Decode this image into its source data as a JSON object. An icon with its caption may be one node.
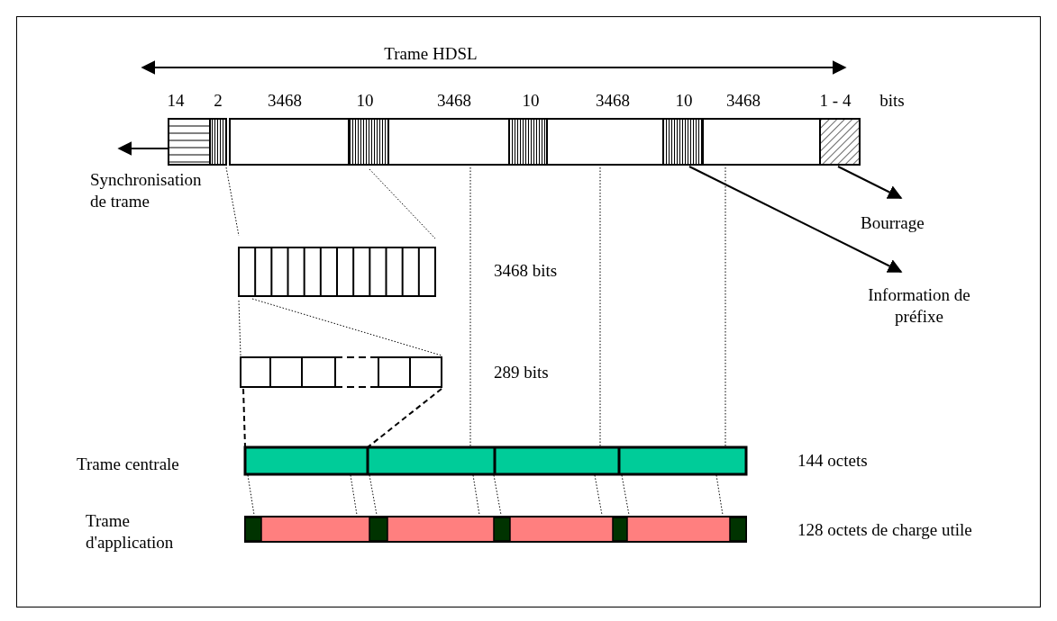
{
  "diagram": {
    "nodes": [
      {
        "text": [
          "Synchronisation de trame"
        ]
      },
      {
        "text": [],
        "shape": "box",
        "beside": [
          "14"
        ]
      },
      {
        "text": [],
        "shape": "box",
        "beside": [
          "10"
        ]
      },
      {
        "text": [],
        "shape": "box",
        "beside": [
          "1 - 4"
        ]
      },
      {
        "text": [
          "Bourrage"
        ]
      },
      {
        "text": [
          "Information de préfixe"
        ]
      }
    ],
    "edges": [
      {
        "from": 1,
        "to": 0,
        "arrow": "to"
      },
      {
        "from": 3,
        "to": 4,
        "arrow": "to"
      },
      {
        "from": 2,
        "to": 5,
        "arrow": "to"
      }
    ],
    "labels": [
      "Trame HDSL",
      "2",
      "3468",
      "10",
      "3468",
      "10",
      "3468",
      "3468",
      "bits",
      "3468 bits",
      "289 bits",
      "Trame centrale",
      "144 octets",
      "Trame d'application",
      "128 octets de charge utile"
    ]
  }
}
